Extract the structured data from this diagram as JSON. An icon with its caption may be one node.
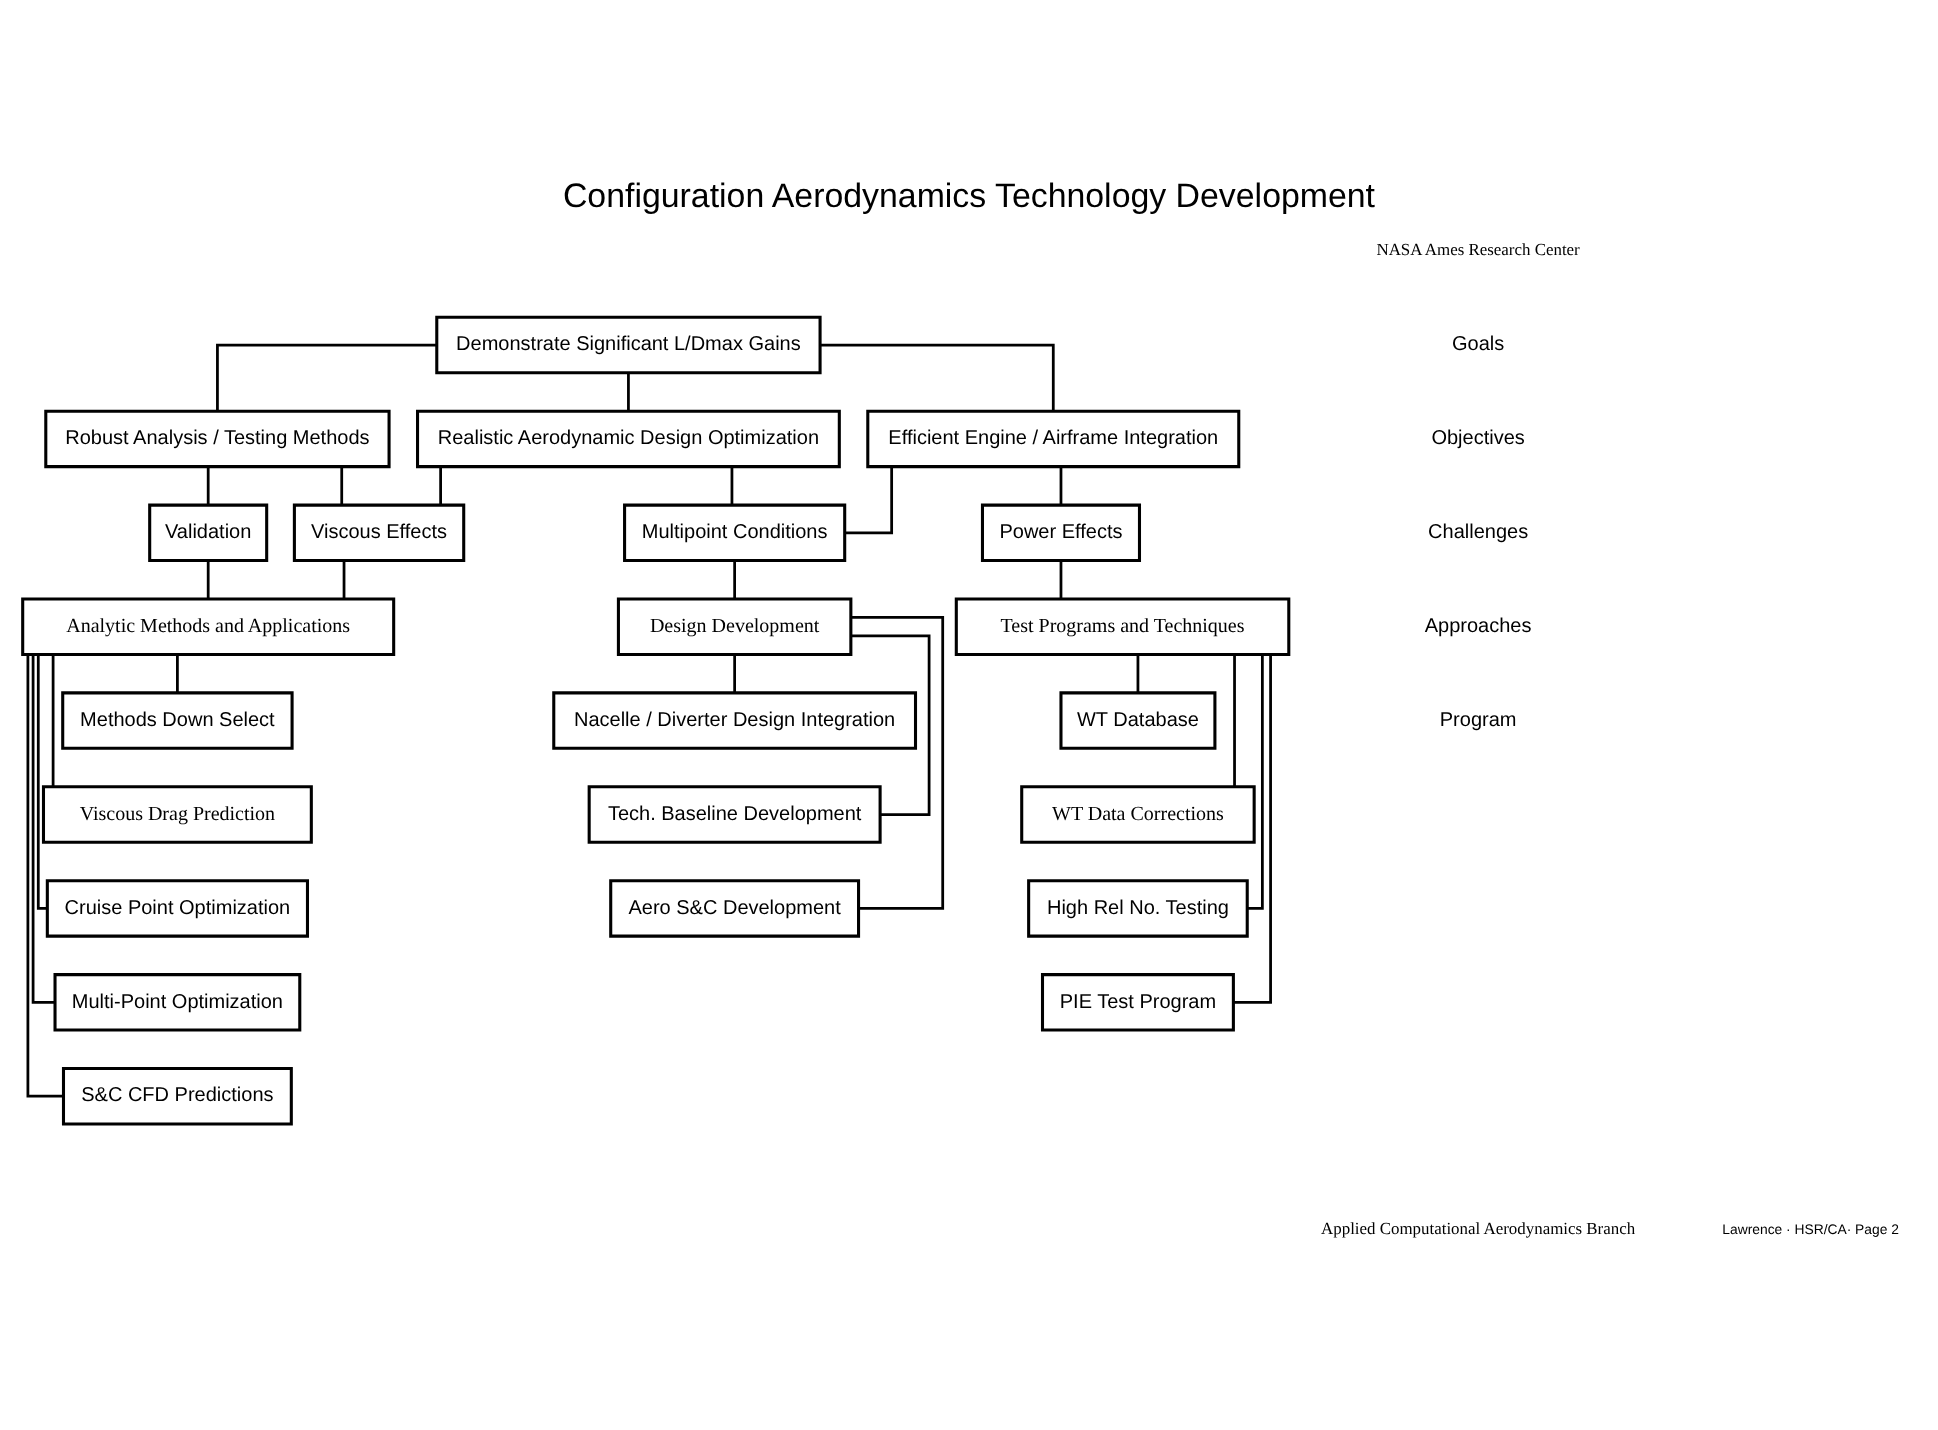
{
  "diagram": {
    "title": "Configuration Aerodynamics Technology Development",
    "nodes": [
      {
        "text": [
          "Demonstrate Significant L/Dmax Gains"
        ]
      },
      {
        "text": [
          "Robust Analysis / Testing Methods"
        ]
      },
      {
        "text": [
          "Realistic Aerodynamic Design Optimization"
        ]
      },
      {
        "text": [
          "Efficient Engine / Airframe Integration"
        ]
      },
      {
        "text": [
          "Validation"
        ]
      },
      {
        "text": [
          "Viscous Effects"
        ]
      },
      {
        "text": [
          "Multipoint Conditions"
        ]
      },
      {
        "text": [
          "Power Effects"
        ]
      },
      {
        "text": [
          "Analytic Methods and Applications"
        ]
      },
      {
        "text": [
          "Design Development"
        ]
      },
      {
        "text": [
          "Test Programs and Techniques"
        ]
      },
      {
        "text": [
          "Methods Down Select"
        ]
      },
      {
        "text": [
          "Viscous Drag Prediction"
        ]
      },
      {
        "text": [
          "Cruise Point Optimization"
        ]
      },
      {
        "text": [
          "Multi-Point Optimization"
        ]
      },
      {
        "text": [
          "S&C CFD Predictions"
        ]
      },
      {
        "text": [
          "Nacelle / Diverter Design Integration"
        ]
      },
      {
        "text": [
          "Tech. Baseline Development"
        ]
      },
      {
        "text": [
          "Aero S&C Development"
        ]
      },
      {
        "text": [
          "WT Database"
        ]
      },
      {
        "text": [
          "WT Data Corrections"
        ]
      },
      {
        "text": [
          "High Rel No. Testing"
        ]
      },
      {
        "text": [
          "PIE Test Program"
        ]
      }
    ],
    "edges": [
      {
        "from": 0,
        "to": 1,
        "arrow": "none"
      },
      {
        "from": 0,
        "to": 2,
        "arrow": "none"
      },
      {
        "from": 0,
        "to": 3,
        "arrow": "none"
      },
      {
        "from": 1,
        "to": 4,
        "arrow": "none"
      },
      {
        "from": 1,
        "to": 5,
        "arrow": "none"
      },
      {
        "from": 2,
        "to": 5,
        "arrow": "none"
      },
      {
        "from": 2,
        "to": 6,
        "arrow": "none"
      },
      {
        "from": 3,
        "to": 6,
        "arrow": "none"
      },
      {
        "from": 3,
        "to": 7,
        "arrow": "none"
      },
      {
        "from": 4,
        "to": 8,
        "arrow": "none"
      },
      {
        "from": 5,
        "to": 8,
        "arrow": "none"
      },
      {
        "from": 6,
        "to": 9,
        "arrow": "none"
      },
      {
        "from": 7,
        "to": 10,
        "arrow": "none"
      },
      {
        "from": 8,
        "to": 11,
        "arrow": "none"
      },
      {
        "from": 8,
        "to": 12,
        "arrow": "none"
      },
      {
        "from": 8,
        "to": 13,
        "arrow": "none"
      },
      {
        "from": 8,
        "to": 14,
        "arrow": "none"
      },
      {
        "from": 8,
        "to": 15,
        "arrow": "none"
      },
      {
        "from": 9,
        "to": 16,
        "arrow": "none"
      },
      {
        "from": 9,
        "to": 17,
        "arrow": "none"
      },
      {
        "from": 9,
        "to": 18,
        "arrow": "none"
      },
      {
        "from": 10,
        "to": 19,
        "arrow": "none"
      },
      {
        "from": 10,
        "to": 20,
        "arrow": "none"
      },
      {
        "from": 10,
        "to": 21,
        "arrow": "none"
      },
      {
        "from": 10,
        "to": 22,
        "arrow": "none"
      }
    ],
    "labels": [
      "Goals",
      "Objectives",
      "Challenges",
      "Approaches",
      "Program",
      "NASA Ames Research Center",
      "Applied Computational Aerodynamics Branch",
      "Lawrence · HSR/CA· Page 2"
    ]
  }
}
